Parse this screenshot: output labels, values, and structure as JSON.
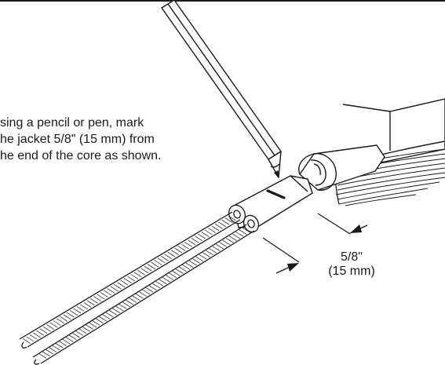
{
  "instruction": {
    "lines": [
      "sing a pencil or pen, mark",
      "he jacket 5/8\" (15 mm) from",
      "he end of the core as shown."
    ]
  },
  "dimension": {
    "imperial": "5/8\"",
    "metric": "(15 mm)"
  },
  "colors": {
    "line": "#1a1a1a",
    "background": "#ffffff"
  }
}
